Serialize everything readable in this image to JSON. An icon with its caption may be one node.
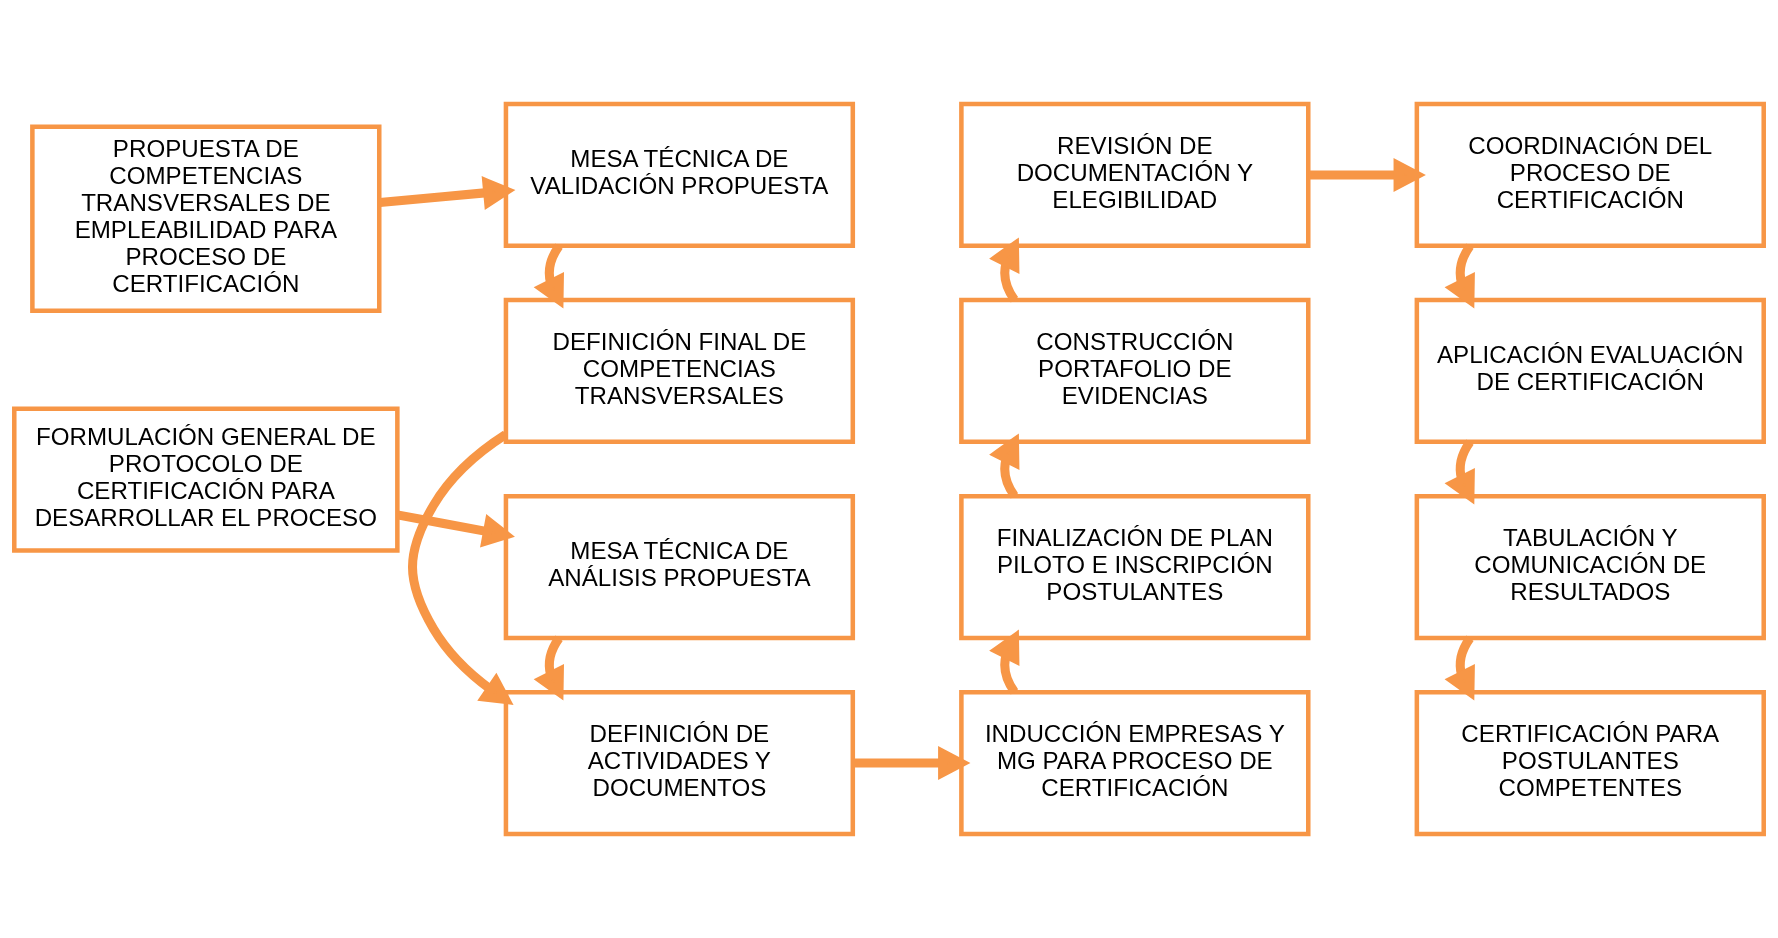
{
  "diagram": {
    "nodes": [
      {
        "text": [
          "PROPUESTA DE COMPETENCIAS TRANSVERSALES DE EMPLEABILIDAD PARA PROCESO DE CERTIFICACIÓN"
        ]
      },
      {
        "text": [
          "FORMULACIÓN GENERAL DE PROTOCOLO DE CERTIFICACIÓN PARA DESARROLLAR EL PROCESO"
        ]
      },
      {
        "text": [
          "MESA TÉCNICA DE VALIDACIÓN PROPUESTA"
        ]
      },
      {
        "text": [
          "DEFINICIÓN FINAL DE COMPETENCIAS TRANSVERSALES"
        ]
      },
      {
        "text": [
          "DEFINICIÓN DE ACTIVIDADES Y DOCUMENTOS"
        ]
      },
      {
        "text": [
          "MESA TÉCNICA DE ANÁLISIS PROPUESTA"
        ]
      },
      {
        "text": [
          "REVISIÓN DE DOCUMENTACIÓN Y ELEGIBILIDAD"
        ]
      },
      {
        "text": [
          "CONSTRUCCIÓN PORTAFOLIO DE EVIDENCIAS"
        ]
      },
      {
        "text": [
          "FINALIZACIÓN DE PLAN PILOTO E INSCRIPCIÓN POSTULANTES"
        ]
      },
      {
        "text": [
          "INDUCCIÓN EMPRESAS Y MG PARA PROCESO DE CERTIFICACIÓN"
        ]
      },
      {
        "text": [
          "COORDINACIÓN DEL PROCESO DE CERTIFICACIÓN"
        ]
      },
      {
        "text": [
          "APLICACIÓN EVALUACIÓN DE CERTIFICACIÓN"
        ]
      },
      {
        "text": [
          "TABULACIÓN Y COMUNICACIÓN DE RESULTADOS"
        ]
      },
      {
        "text": [
          "CERTIFICACIÓN PARA POSTULANTES COMPETENTES"
        ]
      }
    ],
    "edges": [
      {
        "from": 0,
        "to": 2,
        "arrow": "to"
      },
      {
        "from": 1,
        "to": 5,
        "arrow": "to"
      },
      {
        "from": 2,
        "to": 3,
        "arrow": "to"
      },
      {
        "from": 3,
        "to": 4,
        "arrow": "to"
      },
      {
        "from": 5,
        "to": 4,
        "arrow": "to"
      },
      {
        "from": 4,
        "to": 9,
        "arrow": "to"
      },
      {
        "from": 9,
        "to": 8,
        "arrow": "to"
      },
      {
        "from": 8,
        "to": 7,
        "arrow": "to"
      },
      {
        "from": 7,
        "to": 6,
        "arrow": "to"
      },
      {
        "from": 6,
        "to": 10,
        "arrow": "to"
      },
      {
        "from": 10,
        "to": 11,
        "arrow": "to"
      },
      {
        "from": 11,
        "to": 12,
        "arrow": "to"
      },
      {
        "from": 12,
        "to": 13,
        "arrow": "to"
      }
    ]
  }
}
